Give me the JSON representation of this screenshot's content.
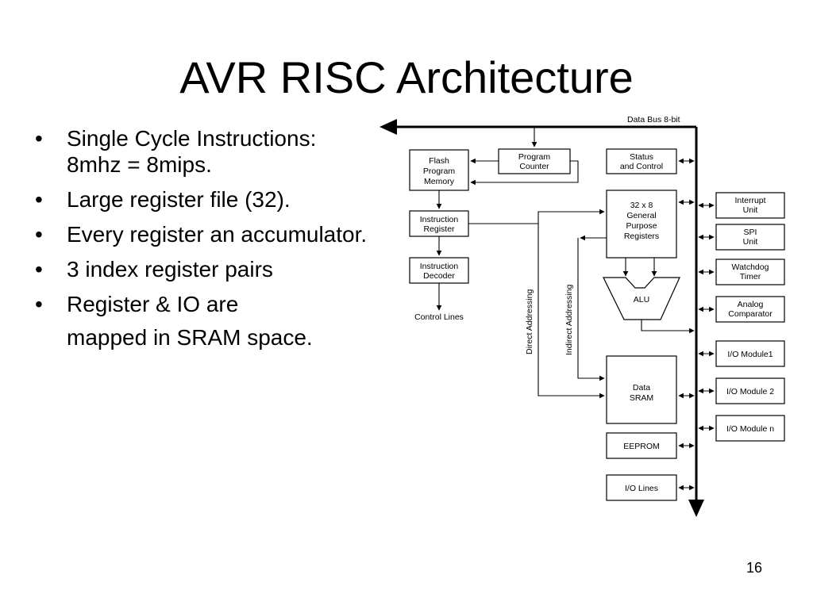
{
  "slide": {
    "title": "AVR RISC Architecture",
    "page_number": "16"
  },
  "bullets": [
    "Single Cycle Instructions: 8mhz = 8mips.",
    "Large register file (32).",
    "Every register an accumulator.",
    "3 index register pairs",
    "Register & IO are",
    "mapped in SRAM space."
  ],
  "diagram": {
    "data_bus_label": "Data Bus 8-bit",
    "flash_program_memory": [
      "Flash",
      "Program",
      "Memory"
    ],
    "program_counter": [
      "Program",
      "Counter"
    ],
    "status_and_control": [
      "Status",
      "and Control"
    ],
    "instruction_register": [
      "Instruction",
      "Register"
    ],
    "instruction_decoder": [
      "Instruction",
      "Decoder"
    ],
    "control_lines": "Control Lines",
    "general_purpose_registers": [
      "32 x 8",
      "General",
      "Purpose",
      "Registers"
    ],
    "alu": "ALU",
    "direct_addressing": "Direct Addressing",
    "indirect_addressing": "Indirect Addressing",
    "data_sram": [
      "Data",
      "SRAM"
    ],
    "eeprom": "EEPROM",
    "io_lines": "I/O Lines",
    "interrupt_unit": [
      "Interrupt",
      "Unit"
    ],
    "spi_unit": [
      "SPI",
      "Unit"
    ],
    "watchdog_timer": [
      "Watchdog",
      "Timer"
    ],
    "analog_comparator": [
      "Analog",
      "Comparator"
    ],
    "io_module_1": "I/O Module1",
    "io_module_2": "I/O Module 2",
    "io_module_n": "I/O Module n"
  }
}
